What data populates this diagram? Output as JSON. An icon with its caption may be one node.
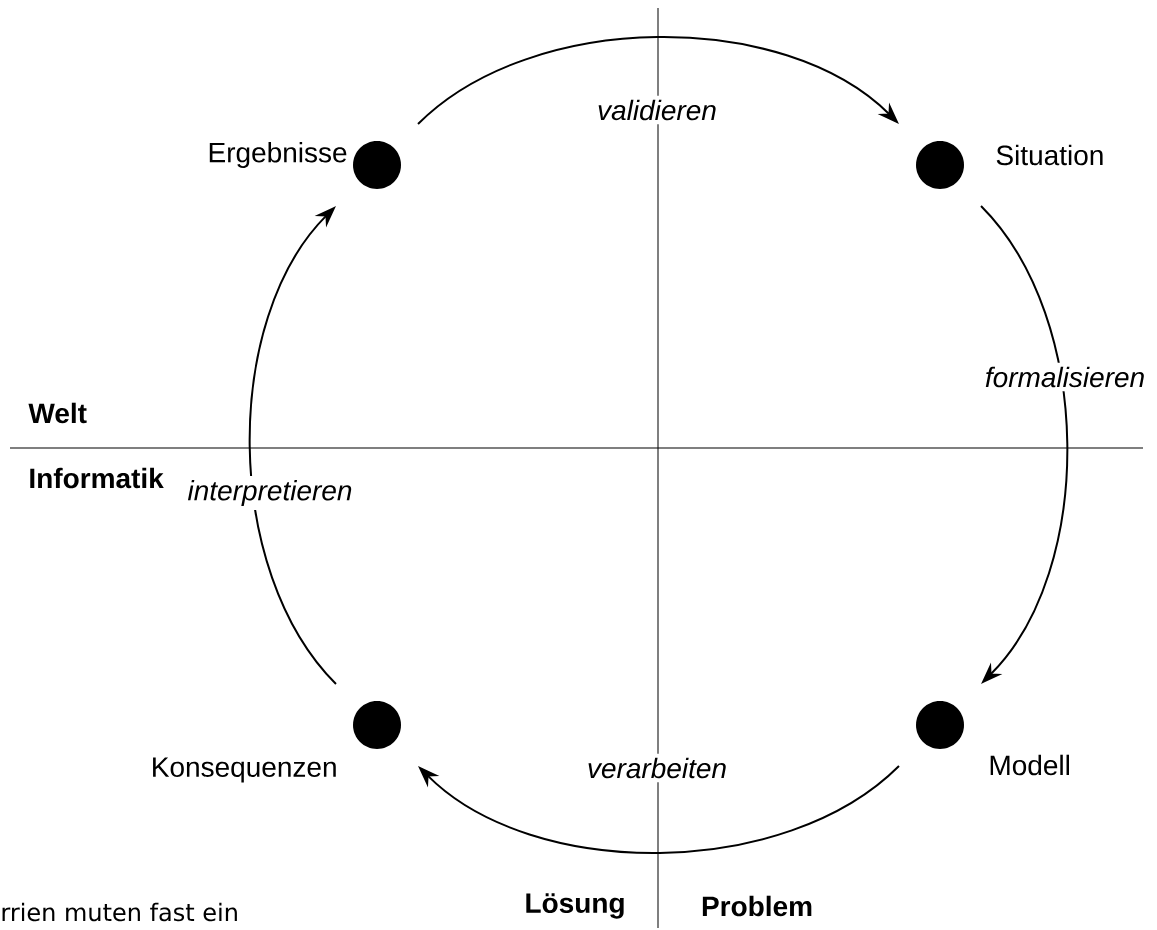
{
  "diagram": {
    "nodes": [
      {
        "text": [],
        "shape": "circle",
        "beside": [
          "Ergebnisse"
        ]
      },
      {
        "text": [],
        "shape": "circle",
        "beside": [
          "Situation"
        ]
      },
      {
        "text": [],
        "shape": "circle",
        "beside": [
          "Modell"
        ]
      },
      {
        "text": [],
        "shape": "circle",
        "beside": [
          "Konsequenzen"
        ]
      }
    ],
    "edges": [
      {
        "from": 0,
        "to": 1,
        "arrow": "to",
        "label": "validieren"
      },
      {
        "from": 1,
        "to": 2,
        "arrow": "to",
        "label": "formalisieren"
      },
      {
        "from": 2,
        "to": 3,
        "arrow": "to",
        "label": "verarbeiten"
      },
      {
        "from": 3,
        "to": 0,
        "arrow": "to",
        "label": "interpretieren"
      }
    ],
    "labels": [
      "Welt",
      "Informatik",
      "Lösung",
      "Problem",
      "rrien muten fast ein"
    ]
  }
}
